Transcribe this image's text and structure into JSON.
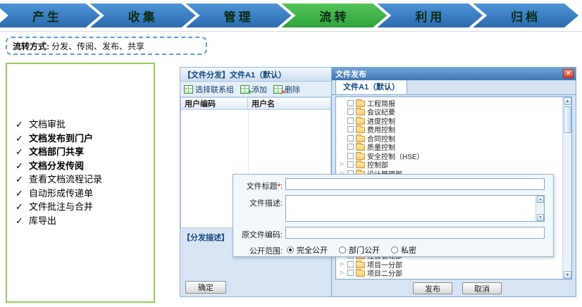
{
  "colors": {
    "chevron_blue": "#2E74B5",
    "chevron_active_green": "#3DAE49",
    "list_border_green": "#92D050",
    "dashed_border_blue": "#5B9BD5",
    "panel_header_blue": "#4A7EBB",
    "close_red": "#D4442F",
    "required_red": "#E03C31"
  },
  "icons": {
    "check": "✓",
    "expand": "▷",
    "close": "×",
    "plus": "+",
    "cross": "×",
    "up_arrow": "▲",
    "down_arrow": "▼"
  },
  "process_bar": {
    "stages": [
      {
        "label": "产生",
        "active": false
      },
      {
        "label": "收集",
        "active": false
      },
      {
        "label": "管理",
        "active": false
      },
      {
        "label": "流转",
        "active": true
      },
      {
        "label": "利用",
        "active": false
      },
      {
        "label": "归档",
        "active": false
      }
    ]
  },
  "method_note": {
    "prefix": "流转方式:",
    "text": "分发、传阅、发布、共享"
  },
  "feature_list": {
    "items": [
      {
        "text": "文档审批",
        "bold": false
      },
      {
        "text": "文档发布到门户",
        "bold": true
      },
      {
        "text": "文档部门共享",
        "bold": true
      },
      {
        "text": "文档分发传阅",
        "bold": true
      },
      {
        "text": "查看文档流程记录",
        "bold": false
      },
      {
        "text": "自动形成传递单",
        "bold": false
      },
      {
        "text": "文件批注与合并",
        "bold": false
      },
      {
        "text": "库导出",
        "bold": false
      }
    ]
  },
  "distribute_dialog": {
    "title": "【文件分发】文件A1（默认）",
    "toolbar": [
      {
        "label": "选择联系组"
      },
      {
        "label": "添加"
      },
      {
        "label": "删除"
      }
    ],
    "table": {
      "columns": [
        "用户编码",
        "用户名"
      ]
    },
    "desc_label": "【分发描述】",
    "ok_button": "确定"
  },
  "publish_panel": {
    "title": "文件发布",
    "tab": "文件A1（默认）",
    "tree_top": [
      {
        "label": "工程简报",
        "expand": false
      },
      {
        "label": "会议纪要",
        "expand": false
      },
      {
        "label": "进度控制",
        "expand": false
      },
      {
        "label": "费用控制",
        "expand": false
      },
      {
        "label": "合同控制",
        "expand": false
      },
      {
        "label": "质量控制",
        "expand": false
      },
      {
        "label": "安全控制（HSE）",
        "expand": false
      },
      {
        "label": "控制部",
        "expand": true
      },
      {
        "label": "设计管理部",
        "expand": true
      }
    ],
    "tree_bottom": [
      {
        "label": "经营管理部",
        "expand": true
      },
      {
        "label": "项目一分部",
        "expand": true
      },
      {
        "label": "项目二分部",
        "expand": true
      }
    ],
    "publish_button": "发布",
    "cancel_button": "取消"
  },
  "publish_form": {
    "title_label": "文件标题",
    "required_mark": "*",
    "title_colon": ":",
    "desc_label": "文件描述:",
    "code_label": "原文件编码:",
    "scope_label": "公开范围:",
    "scope_options": [
      {
        "label": "完全公开",
        "selected": true
      },
      {
        "label": "部门公开",
        "selected": false
      },
      {
        "label": "私密",
        "selected": false
      }
    ]
  }
}
